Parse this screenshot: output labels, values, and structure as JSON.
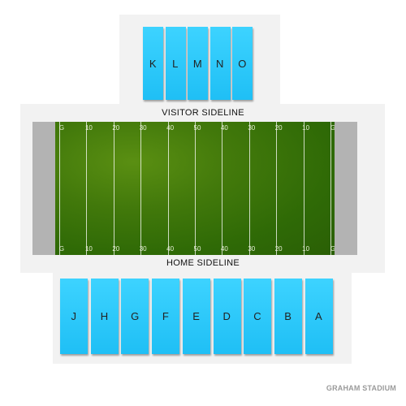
{
  "top_sections": [
    "K",
    "L",
    "M",
    "N",
    "O"
  ],
  "bottom_sections": [
    "J",
    "H",
    "G",
    "F",
    "E",
    "D",
    "C",
    "B",
    "A"
  ],
  "visitor_sideline": "VISITOR SIDELINE",
  "home_sideline": "HOME SIDELINE",
  "yard_markers": [
    "G",
    "10",
    "20",
    "30",
    "40",
    "50",
    "40",
    "30",
    "20",
    "10",
    "G"
  ],
  "venue": "GRAHAM STADIUM",
  "colors": {
    "section": "#26c4f8",
    "field": "#2f6a06",
    "endzone": "#b3b3b3",
    "background_panel": "#f2f2f2"
  }
}
